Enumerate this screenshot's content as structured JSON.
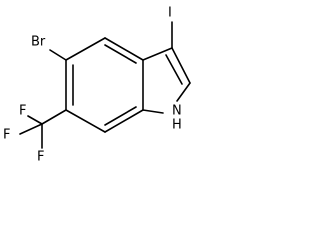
{
  "molecule": {
    "atoms": {
      "iodine": "I",
      "bromine": "Br",
      "fluorine_1": "F",
      "fluorine_2": "F",
      "fluorine_3": "F",
      "nh_n": "N",
      "nh_h": "H"
    },
    "colors": {
      "bond": "#000000",
      "text": "#000000",
      "background": "#ffffff"
    }
  }
}
